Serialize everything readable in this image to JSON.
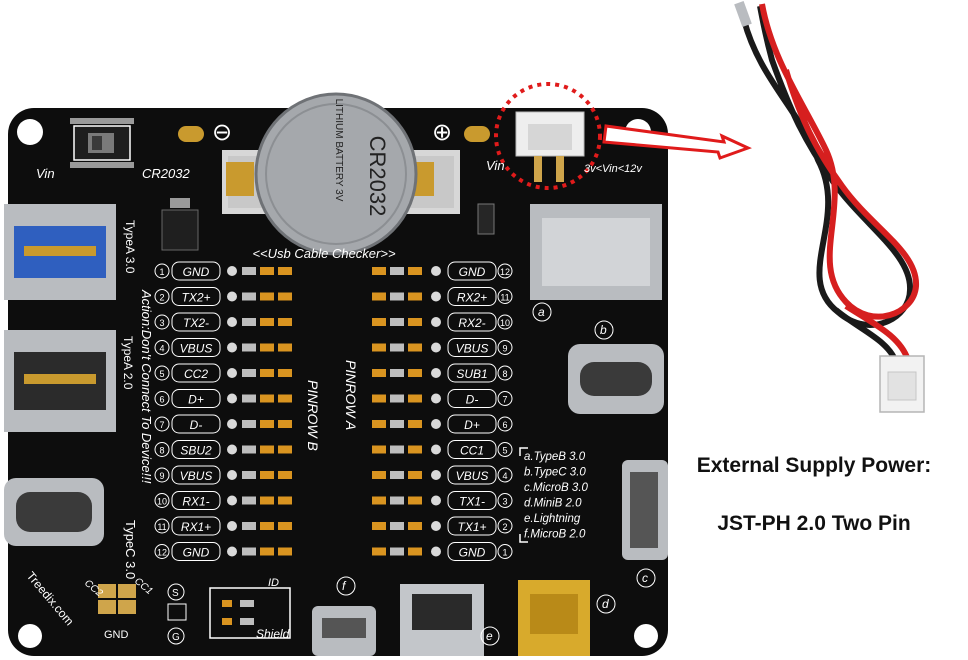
{
  "colors": {
    "pcb": "#0d0d0d",
    "silk": "#ffffff",
    "metal": "#b9bcc0",
    "gold": "#c99a2e",
    "led": "#d99420",
    "red_wire": "#d61f1f",
    "black_wire": "#1a1a1a",
    "arrow": "#e01b1b"
  },
  "board": {
    "vin_left": "Vin",
    "cr2032_label": "CR2032",
    "minus": "⊖",
    "plus": "⊕",
    "vin_right": "Vin",
    "vin_range": "3v<Vin<12v",
    "battery_brand": "LITHIUM BATTERY 3V",
    "battery_model": "CR2032",
    "checker_title": "<<Usb Cable Checker>>",
    "typea30": "TypeA 3.0",
    "action": "Action:Don't Connect To Device!!!",
    "typea20": "TypeA 2.0",
    "typec30": "TypeC 3.0",
    "brand": "Treedix.com",
    "pinrow_b": "PINROW B",
    "pinrow_a": "PINROW A",
    "cc2": "CC2",
    "cc1": "CC1",
    "gnd": "GND",
    "s_mark": "S",
    "g_mark": "G",
    "id": "ID",
    "shield": "Shield",
    "port_a": "a",
    "port_b": "b",
    "port_c": "c",
    "port_d": "d",
    "port_e": "e",
    "port_f": "f"
  },
  "pins_b": [
    {
      "num": "1",
      "label": "GND"
    },
    {
      "num": "2",
      "label": "TX2+"
    },
    {
      "num": "3",
      "label": "TX2-"
    },
    {
      "num": "4",
      "label": "VBUS"
    },
    {
      "num": "5",
      "label": "CC2"
    },
    {
      "num": "6",
      "label": "D+"
    },
    {
      "num": "7",
      "label": "D-"
    },
    {
      "num": "8",
      "label": "SBU2"
    },
    {
      "num": "9",
      "label": "VBUS"
    },
    {
      "num": "10",
      "label": "RX1-"
    },
    {
      "num": "11",
      "label": "RX1+"
    },
    {
      "num": "12",
      "label": "GND"
    }
  ],
  "pins_a": [
    {
      "num": "12",
      "label": "GND"
    },
    {
      "num": "11",
      "label": "RX2+"
    },
    {
      "num": "10",
      "label": "RX2-"
    },
    {
      "num": "9",
      "label": "VBUS"
    },
    {
      "num": "8",
      "label": "SUB1"
    },
    {
      "num": "7",
      "label": "D-"
    },
    {
      "num": "6",
      "label": "D+"
    },
    {
      "num": "5",
      "label": "CC1"
    },
    {
      "num": "4",
      "label": "VBUS"
    },
    {
      "num": "3",
      "label": "TX1-"
    },
    {
      "num": "2",
      "label": "TX1+"
    },
    {
      "num": "1",
      "label": "GND"
    }
  ],
  "legend": [
    "a.TypeB 3.0",
    "b.TypeC 3.0",
    "c.MicroB 3.0",
    "d.MiniB 2.0",
    "e.Lightning",
    "f.MicroB 2.0"
  ],
  "caption": {
    "line1": "External Supply Power:",
    "line2": "JST-PH 2.0 Two Pin"
  }
}
